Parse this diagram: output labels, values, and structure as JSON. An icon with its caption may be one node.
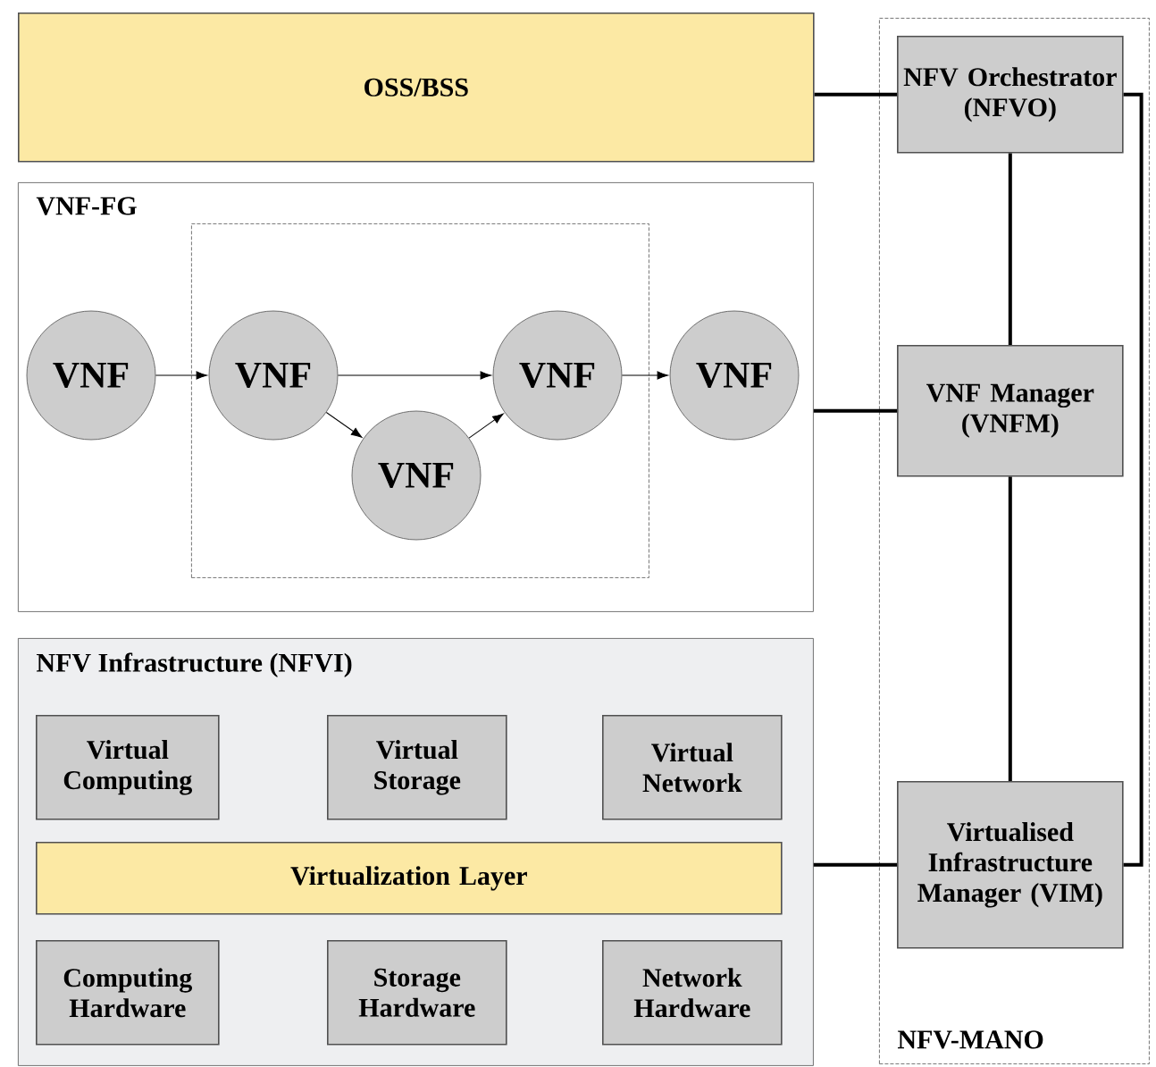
{
  "diagram": {
    "nodes": [
      {
        "text": [
          "OSS/BSS"
        ]
      },
      {
        "text": [
          "VNF-FG"
        ]
      },
      {
        "text": [],
        "shape": "box",
        "in": 1
      },
      {
        "text": [
          "VNF"
        ],
        "in": 1
      },
      {
        "text": [
          "VNF"
        ],
        "in": 2
      },
      {
        "text": [
          "VNF"
        ],
        "in": 2
      },
      {
        "text": [
          "VNF"
        ],
        "in": 2
      },
      {
        "text": [
          "VNF"
        ],
        "in": 1
      },
      {
        "text": [
          "NFV Infrastructure (NFVI)"
        ]
      },
      {
        "text": [
          "Virtual Computing"
        ],
        "in": 8
      },
      {
        "text": [
          "Virtual Storage"
        ],
        "in": 8
      },
      {
        "text": [
          "Virtual Network"
        ],
        "in": 8
      },
      {
        "text": [
          "Virtualization Layer"
        ],
        "in": 8
      },
      {
        "text": [
          "Computing Hardware"
        ],
        "in": 8
      },
      {
        "text": [
          "Storage Hardware"
        ],
        "in": 8
      },
      {
        "text": [
          "Network Hardware"
        ],
        "in": 8
      },
      {
        "text": [
          "NFV-MANO"
        ]
      },
      {
        "text": [
          "NFV Orchestrator (NFVO)"
        ],
        "in": 16
      },
      {
        "text": [
          "VNF Manager (VNFM)"
        ],
        "in": 16
      },
      {
        "text": [
          "Virtualised Infrastructure Manager (VIM)"
        ],
        "in": 16
      }
    ],
    "edges": [
      {
        "from": 3,
        "to": 4,
        "arrow": "to"
      },
      {
        "from": 4,
        "to": 5,
        "arrow": "to"
      },
      {
        "from": 4,
        "to": 6,
        "arrow": "to"
      },
      {
        "from": 6,
        "to": 5,
        "arrow": "to"
      },
      {
        "from": 5,
        "to": 7,
        "arrow": "to"
      },
      {
        "from": 0,
        "to": 17,
        "arrow": "none"
      },
      {
        "from": 1,
        "to": 18,
        "arrow": "none"
      },
      {
        "from": 8,
        "to": 19,
        "arrow": "none"
      },
      {
        "from": 17,
        "to": 18,
        "arrow": "none"
      },
      {
        "from": 18,
        "to": 19,
        "arrow": "none"
      },
      {
        "from": 17,
        "to": 19,
        "arrow": "none"
      }
    ]
  }
}
